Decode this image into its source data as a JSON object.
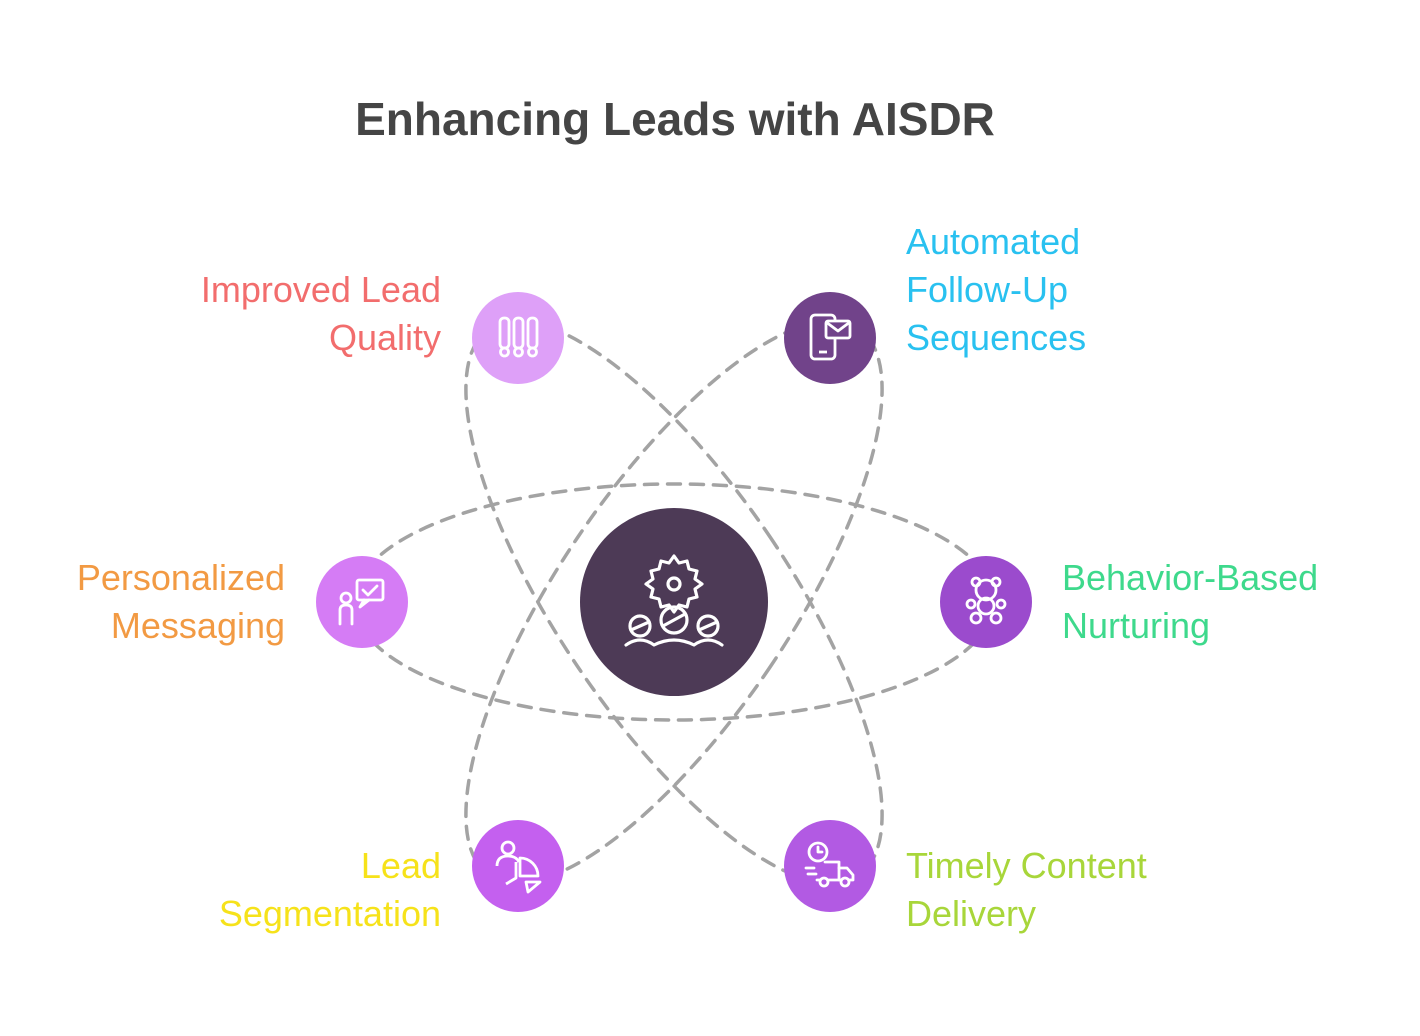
{
  "title": "Enhancing Leads with AISDR",
  "colors": {
    "center": "#4d3a56",
    "orbit": "#a3a3a3",
    "background": "#ffffff"
  },
  "center": {
    "icon": "gear-people-icon"
  },
  "nodes": [
    {
      "id": "improved-lead-quality",
      "line1": "Improved Lead",
      "line2": "Quality",
      "text_color": "#f26d6d",
      "circle_color": "#dea0f8",
      "icon": "filter-tubes-icon"
    },
    {
      "id": "automated-follow-up",
      "line1": "Automated",
      "line2": "Follow-Up",
      "line3": "Sequences",
      "text_color": "#29c1f0",
      "circle_color": "#71438a",
      "icon": "phone-mail-icon"
    },
    {
      "id": "personalized-messaging",
      "line1": "Personalized",
      "line2": "Messaging",
      "text_color": "#f29a43",
      "circle_color": "#d57cf5",
      "icon": "person-chat-icon"
    },
    {
      "id": "behavior-based-nurturing",
      "line1": "Behavior-Based",
      "line2": "Nurturing",
      "text_color": "#3ed98c",
      "circle_color": "#9b4bcd",
      "icon": "teddy-bear-icon"
    },
    {
      "id": "lead-segmentation",
      "line1": "Lead",
      "line2": "Segmentation",
      "text_color": "#f6e21a",
      "circle_color": "#c460ef",
      "icon": "segmentation-icon"
    },
    {
      "id": "timely-content-delivery",
      "line1": "Timely Content",
      "line2": "Delivery",
      "text_color": "#a8d63a",
      "circle_color": "#b25ae3",
      "icon": "delivery-truck-icon"
    }
  ]
}
